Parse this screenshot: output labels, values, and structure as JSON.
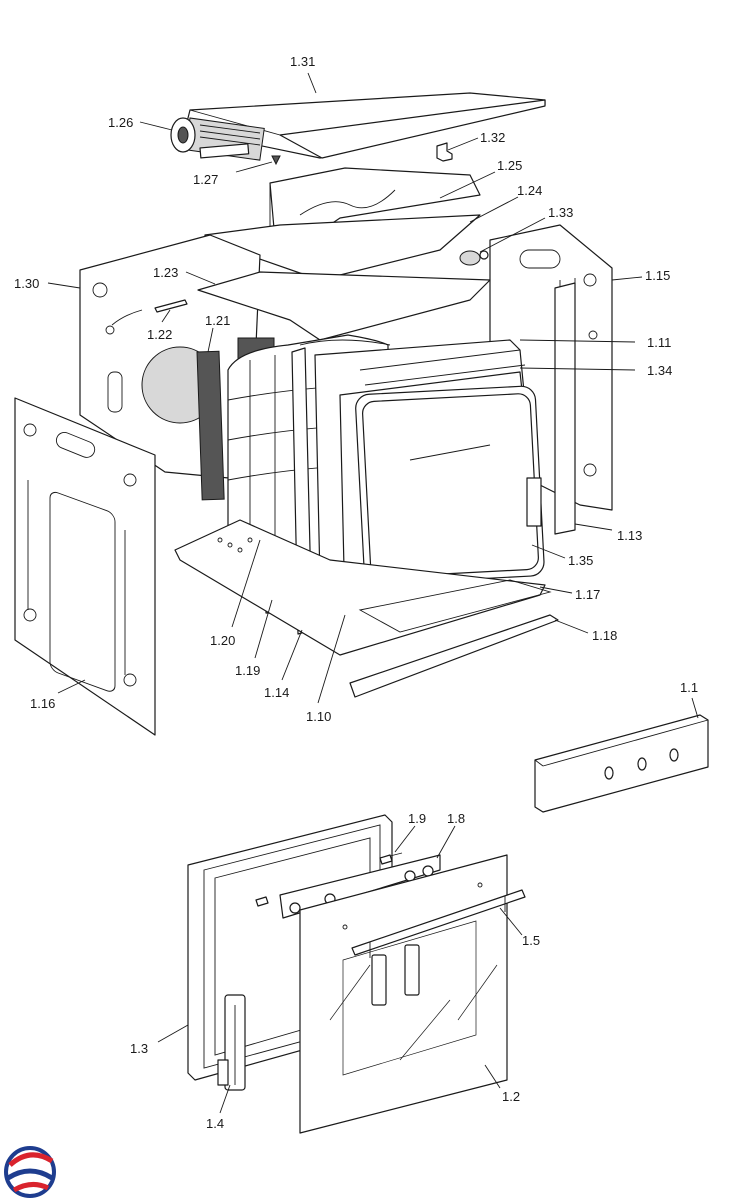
{
  "labels": [
    {
      "id": "1.31",
      "text": "1.31"
    },
    {
      "id": "1.26",
      "text": "1.26"
    },
    {
      "id": "1.32",
      "text": "1.32"
    },
    {
      "id": "1.27",
      "text": "1.27"
    },
    {
      "id": "1.25",
      "text": "1.25"
    },
    {
      "id": "1.24",
      "text": "1.24"
    },
    {
      "id": "1.33",
      "text": "1.33"
    },
    {
      "id": "1.30",
      "text": "1.30"
    },
    {
      "id": "1.23",
      "text": "1.23"
    },
    {
      "id": "1.15",
      "text": "1.15"
    },
    {
      "id": "1.22",
      "text": "1.22"
    },
    {
      "id": "1.21",
      "text": "1.21"
    },
    {
      "id": "1.11",
      "text": "1.11"
    },
    {
      "id": "1.34",
      "text": "1.34"
    },
    {
      "id": "1.13",
      "text": "1.13"
    },
    {
      "id": "1.35",
      "text": "1.35"
    },
    {
      "id": "1.17",
      "text": "1.17"
    },
    {
      "id": "1.18",
      "text": "1.18"
    },
    {
      "id": "1.20",
      "text": "1.20"
    },
    {
      "id": "1.19",
      "text": "1.19"
    },
    {
      "id": "1.14",
      "text": "1.14"
    },
    {
      "id": "1.10",
      "text": "1.10"
    },
    {
      "id": "1.16",
      "text": "1.16"
    },
    {
      "id": "1.1",
      "text": "1.1"
    },
    {
      "id": "1.9",
      "text": "1.9"
    },
    {
      "id": "1.8",
      "text": "1.8"
    },
    {
      "id": "1.5",
      "text": "1.5"
    },
    {
      "id": "1.3",
      "text": "1.3"
    },
    {
      "id": "1.2",
      "text": "1.2"
    },
    {
      "id": "1.4",
      "text": "1.4"
    }
  ],
  "colors": {
    "line": "#1a1a1a",
    "logo_red": "#d9232d",
    "logo_blue": "#1e3d8f"
  },
  "icons": {
    "logo": "brand-swirl-logo"
  }
}
